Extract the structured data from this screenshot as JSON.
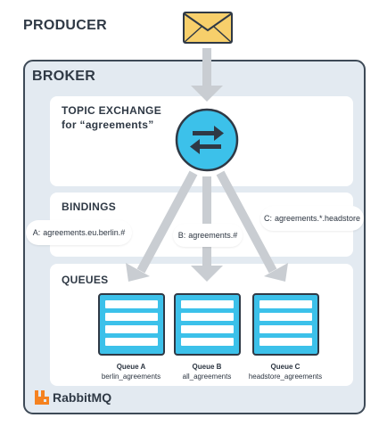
{
  "producer": {
    "title": "PRODUCER",
    "icon": "envelope-icon"
  },
  "broker": {
    "title": "BROKER"
  },
  "exchange": {
    "line1": "TOPIC EXCHANGE",
    "line2": "for “agreements”",
    "icon": "exchange-arrows-icon"
  },
  "bindings": {
    "title": "BINDINGS",
    "items": [
      {
        "key": "A:",
        "pattern": "agreements.eu.berlin.#"
      },
      {
        "key": "B:",
        "pattern": "agreements.#"
      },
      {
        "key": "C:",
        "pattern": "agreements.*.headstore"
      }
    ]
  },
  "queues": {
    "title": "QUEUES",
    "items": [
      {
        "name": "Queue A",
        "binding": "berlin_agreements"
      },
      {
        "name": "Queue B",
        "binding": "all_agreements"
      },
      {
        "name": "Queue C",
        "binding": "headstore_agreements"
      }
    ]
  },
  "brand": {
    "name": "RabbitMQ",
    "icon": "rabbitmq-logo-icon"
  },
  "colors": {
    "accent": "#3cc1ea",
    "arrow": "#c9cdd2",
    "envelope": "#f7cf6b",
    "outline": "#2f3945",
    "broker_bg": "#e3eaf1",
    "brand": "#f58220"
  }
}
